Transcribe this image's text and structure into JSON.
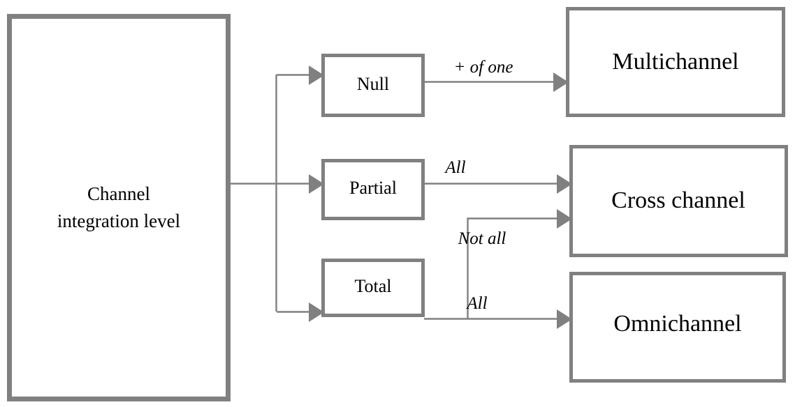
{
  "diagram": {
    "type": "flow-diagram",
    "theme": {
      "border_color": "#808080",
      "line_color": "#808080",
      "text_color": "#000000",
      "background_color": "#ffffff"
    },
    "root": {
      "id": "channel-integration-level",
      "label_line1": "Channel",
      "label_line2": "integration level"
    },
    "levels": [
      {
        "id": "null",
        "label": "Null"
      },
      {
        "id": "partial",
        "label": "Partial"
      },
      {
        "id": "total",
        "label": "Total"
      }
    ],
    "outcomes": [
      {
        "id": "multichannel",
        "label": "Multichannel"
      },
      {
        "id": "cross-channel",
        "label": "Cross channel"
      },
      {
        "id": "omnichannel",
        "label": "Omnichannel"
      }
    ],
    "edge_labels": {
      "null_to_multichannel": "+ of one",
      "partial_to_cross": "All",
      "total_to_cross": "Not all",
      "total_to_omni": "All"
    }
  }
}
